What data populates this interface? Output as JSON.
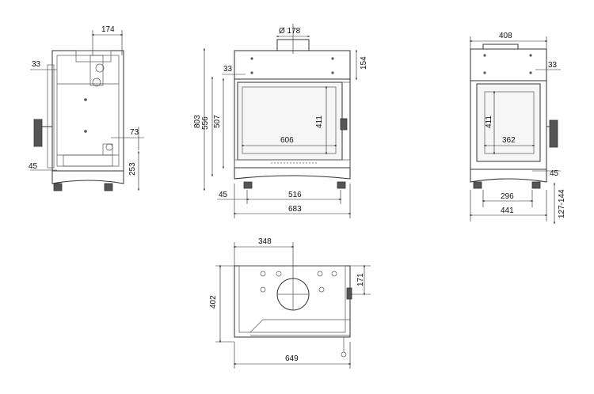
{
  "dimensions": {
    "side_top_width": "174",
    "side_inset_top": "33",
    "side_inset_bottom": "45",
    "side_height_73": "73",
    "side_height_253": "253",
    "flue_diameter": "Ø 178",
    "front_total_height": "803",
    "front_height_556": "556",
    "front_height_507": "507",
    "front_top_154": "154",
    "front_inset_33": "33",
    "front_glass_height": "411",
    "front_glass_width": "606",
    "front_foot_45": "45",
    "front_base_516": "516",
    "front_total_width": "683",
    "right_top_width": "408",
    "right_inset_33": "33",
    "right_glass_height": "411",
    "right_glass_width": "362",
    "right_foot_45": "45",
    "right_base_296": "296",
    "right_total_width": "441",
    "right_leg_range": "127-144",
    "top_offset_348": "348",
    "top_offset_171": "171",
    "top_depth_402": "402",
    "top_width_649": "649"
  }
}
